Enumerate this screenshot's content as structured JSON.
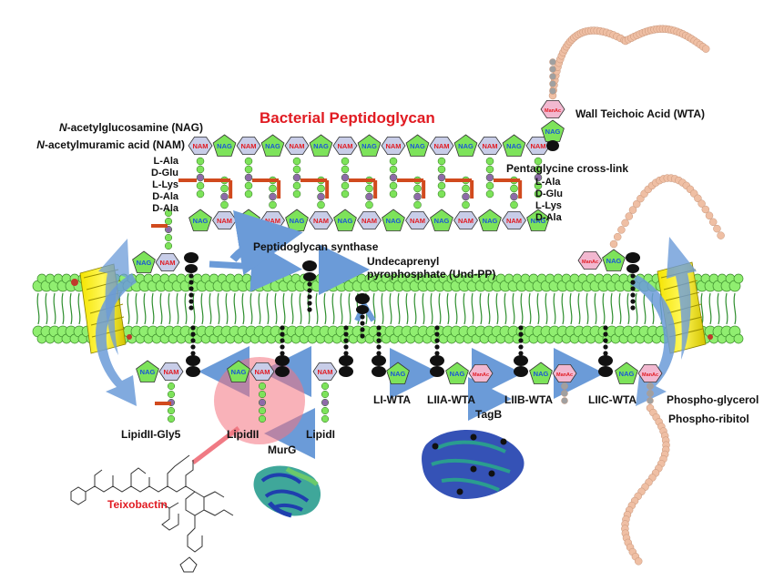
{
  "title": "Bacterial Peptidoglycan",
  "sugars": {
    "nag": "NAG",
    "nam": "NAM",
    "manac": "ManAc"
  },
  "labels": {
    "nag_full_pre": "N",
    "nag_full": "-acetylglucosamine (NAG)",
    "nam_full_pre": "N",
    "nam_full": "-acetylmuramic acid (NAM)",
    "wta": "Wall Teichoic Acid (WTA)",
    "cross_link": "Pentaglycine cross-link",
    "pg_synthase": "Peptidoglycan synthase",
    "und_pp_1": "Undecaprenyl",
    "und_pp_2": "pyrophosphate (Und-PP)",
    "li_wta": "LI-WTA",
    "liia_wta": "LIIA-WTA",
    "liib_wta": "LIIB-WTA",
    "liic_wta": "LIIC-WTA",
    "tagb": "TagB",
    "phospho_glycerol": "Phospho-glycerol",
    "phospho_ribitol": "Phospho-ribitol",
    "lipid_ii_gly5": "LipidII-Gly5",
    "lipid_ii": "LipidII",
    "lipid_i": "LipidI",
    "murg": "MurG",
    "teixobactin": "Teixobactin"
  },
  "stem_left": [
    "L-Ala",
    "D-Glu",
    "L-Lys",
    "D-Ala",
    "D-Ala"
  ],
  "stem_right": [
    "L-Ala",
    "D-Glu",
    "L-Lys",
    "D-Ala"
  ],
  "colors": {
    "nag_fill": "#7de35a",
    "nam_fill": "#c8cde8",
    "manac_fill": "#f2b8d0",
    "nag_text": "#1a56d6",
    "nam_text": "#e11b22",
    "membrane_head": "#90ee70",
    "membrane_tail": "#2f8f2f",
    "bead_peach": "#efbfa4",
    "bead_gray": "#a0a0a0",
    "arrow_blue": "#6b9bd8",
    "title_red": "#e11b22"
  }
}
